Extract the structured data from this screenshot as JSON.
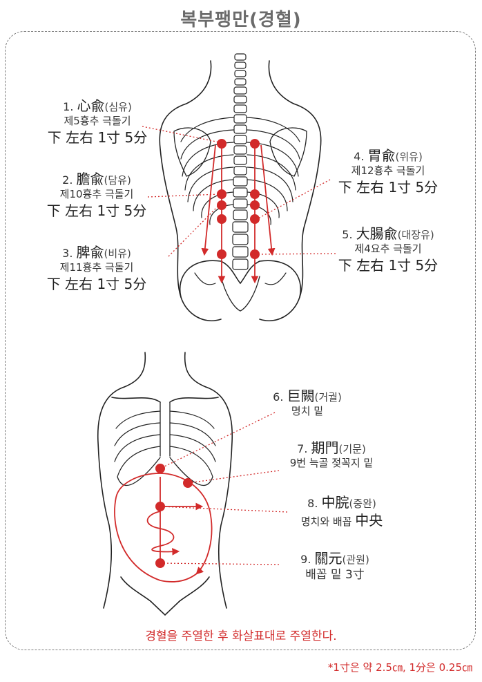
{
  "title": "복부팽만(경혈)",
  "points_back": [
    {
      "number": "1.",
      "hanja": "心兪",
      "korean": "(심유)",
      "location": "제5흉추 극돌기",
      "method": "下 左右 1寸 5分"
    },
    {
      "number": "2.",
      "hanja": "膽兪",
      "korean": "(담유)",
      "location": "제10흉추 극돌기",
      "method": "下 左右 1寸 5分"
    },
    {
      "number": "3.",
      "hanja": "脾兪",
      "korean": "(비유)",
      "location": "제11흉추 극돌기",
      "method": "下 左右 1寸 5分"
    },
    {
      "number": "4.",
      "hanja": "胃兪",
      "korean": "(위유)",
      "location": "제12흉추 극돌기",
      "method": "下 左右 1寸 5分"
    },
    {
      "number": "5.",
      "hanja": "大腸兪",
      "korean": "(대장유)",
      "location": "제4요추 극돌기",
      "method": "下 左右 1寸 5分"
    }
  ],
  "points_front": [
    {
      "number": "6.",
      "hanja": "巨闕",
      "korean": "(거궐)",
      "location": "명치 밑"
    },
    {
      "number": "7.",
      "hanja": "期門",
      "korean": "(기문)",
      "location": "9번 늑골 젖꼭지 밑"
    },
    {
      "number": "8.",
      "hanja": "中脘",
      "korean": "(중완)",
      "location_prefix": "명치와 배꼽 ",
      "location_emph": "中央"
    },
    {
      "number": "9.",
      "hanja": "關元",
      "korean": "(관원)",
      "location": "배꼽 밑 3寸"
    }
  ],
  "instruction": "경혈을 주열한 후 화살표대로 주열한다.",
  "footnote": "*1寸은 약 2.5㎝, 1分은 0.25㎝",
  "colors": {
    "accent": "#d22a2a",
    "line": "#222222",
    "title": "#6b6b6b"
  }
}
